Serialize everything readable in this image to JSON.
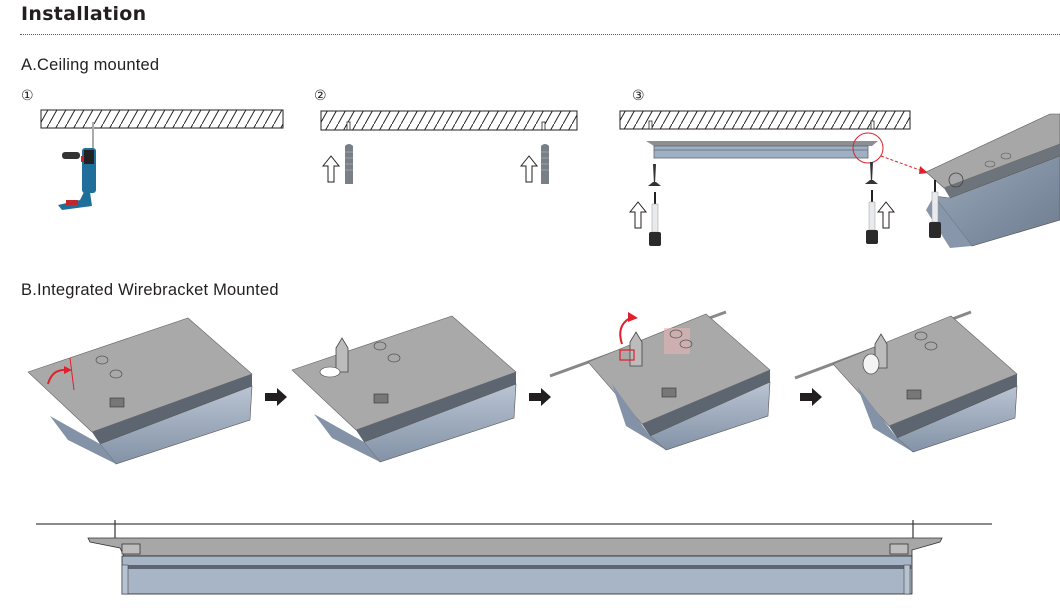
{
  "page": {
    "title": "Installation",
    "sections": [
      {
        "id": "A",
        "label": "A.Ceiling mounted",
        "steps": [
          {
            "number": "①",
            "caption_icon": "drill-icon",
            "description": "Drill holes in ceiling"
          },
          {
            "number": "②",
            "caption_icon": "wall-plug-icon",
            "description": "Insert wall plugs"
          },
          {
            "number": "③",
            "caption_icon": "screwdriver-icon",
            "description": "Fix fixture with screws"
          }
        ]
      },
      {
        "id": "B",
        "label": "B.Integrated Wirebracket Mounted",
        "steps": [
          {
            "image": "fixture-bracket-closed"
          },
          {
            "image": "fixture-bracket-open"
          },
          {
            "image": "fixture-wire-inserted"
          },
          {
            "image": "fixture-wire-locked"
          }
        ]
      }
    ],
    "colors": {
      "text": "#231f20",
      "fixture_top": "#a7a7a7",
      "fixture_body": "#9fafc4",
      "fixture_dark": "#5d6670",
      "accent_red": "#e0202a",
      "drill_blue": "#1f6f9a"
    }
  }
}
